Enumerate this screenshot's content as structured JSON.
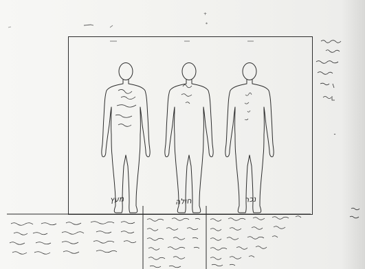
{
  "figures": [
    {
      "label": "מעץ"
    },
    {
      "label": "חולה"
    },
    {
      "label": "נכר"
    }
  ],
  "top_marks": [
    "+",
    "*"
  ]
}
